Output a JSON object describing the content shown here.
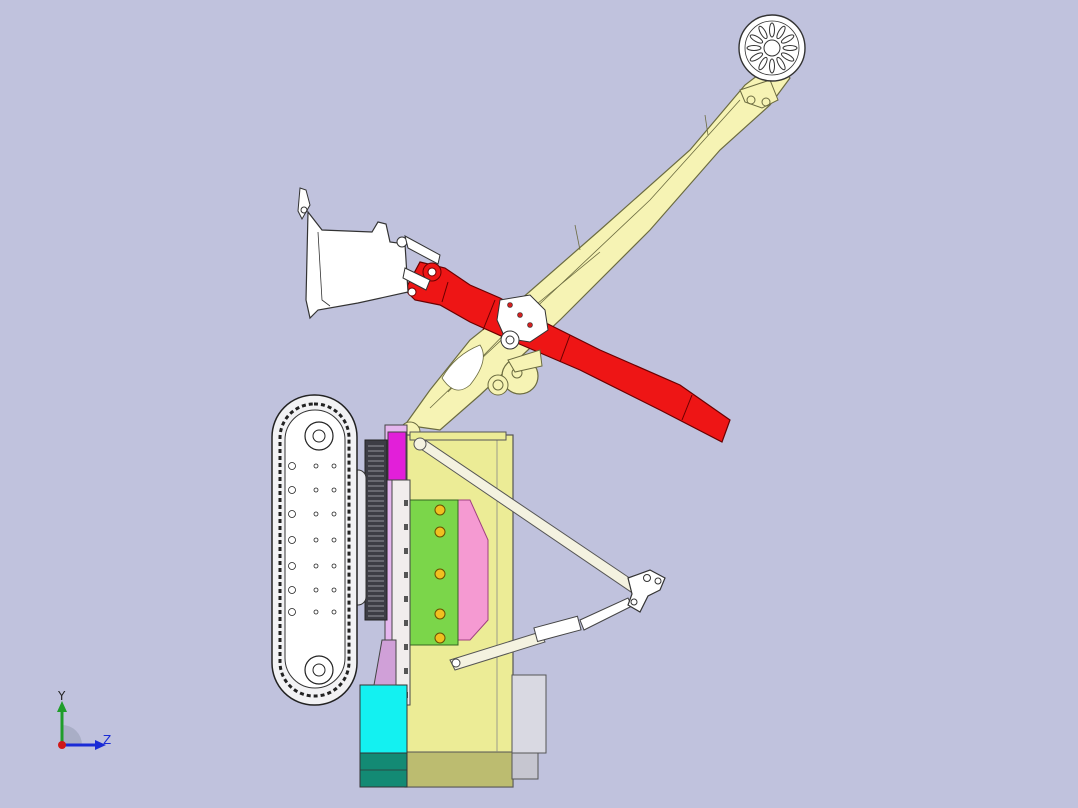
{
  "viewport": {
    "background": "#c0c2dd",
    "triad": {
      "y_label": "Y",
      "z_label": "Z",
      "y_color": "#1f9d2a",
      "z_color": "#1a2bd6",
      "origin_color": "#d01818"
    }
  },
  "model": {
    "colors": {
      "boom": "#f6f3b4",
      "boom_outline": "#6b6b40",
      "red_arm": "#ee1515",
      "cabin": "#ecec96",
      "cabin_shadow": "#bcbc70",
      "cyan_block": "#13f1f1",
      "teal_block": "#138a74",
      "pink_part": "#f59ad2",
      "green_part": "#7bd64a",
      "magenta_part": "#e21fd9",
      "track": "#ffffff",
      "bucket": "#ffffff",
      "grey_box": "#d9d9e2"
    },
    "components": [
      "main-boom",
      "red-arm",
      "bucket",
      "tail-wheel",
      "cabin-body",
      "track-frame",
      "slew-ring",
      "tie-rod",
      "hydraulic-cylinder",
      "counterweight"
    ]
  }
}
